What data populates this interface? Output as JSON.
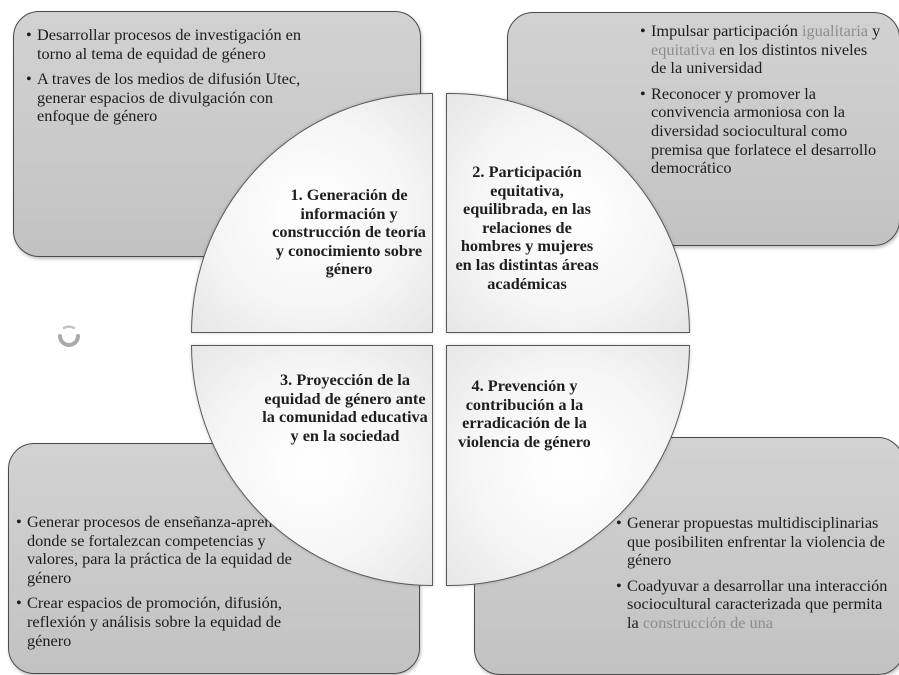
{
  "boxes": {
    "top_left": {
      "items": [
        "Desarrollar procesos de investigación en torno al tema de equidad de género",
        "A traves de los medios de difusión Utec, generar espacios de divulgación con enfoque de género"
      ]
    },
    "top_right": {
      "item1": {
        "pre": "Impulsar participación ",
        "hl1": "igualitaria",
        "mid": " y ",
        "hl2": "equitativa",
        "post": " en los distintos niveles de la universidad"
      },
      "item2": "Reconocer y promover la convivencia armoniosa con la diversidad sociocultural como premisa que forlatece el desarrollo democrático"
    },
    "bottom_left": {
      "items": [
        "Generar procesos de enseñanza-aprendizaje donde se fortalezcan competencias y valores, para la práctica de la equidad de género",
        "Crear espacios de promoción, difusión, reflexión y análisis sobre la equidad de género"
      ]
    },
    "bottom_right": {
      "item1": "Generar propuestas multidisciplinarias que posibiliten enfrentar la violencia de género",
      "item2": {
        "text": "Coadyuvar a desarrollar una interacción sociocultural caracterizada que permita la ",
        "faded": "construcción de una"
      }
    }
  },
  "quadrants": {
    "q1": "1. Generación de información y construcción de teoría y conocimiento sobre género",
    "q2": "2. Participación equitativa, equilibrada, en las relaciones de hombres y mujeres en las distintas áreas académicas",
    "q3": "3.  Proyección de la equidad de género ante la comunidad educativa y en la sociedad",
    "q4": "4. Prevención y contribución a la erradicación de la violencia de género"
  },
  "icons": {
    "left_glyph": "refresh-icon"
  },
  "colors": {
    "box_fill": "#c9c9c9",
    "box_border": "#4a4a4a",
    "quadrant_border": "#595959",
    "highlight_text": "#8c8c8c"
  }
}
